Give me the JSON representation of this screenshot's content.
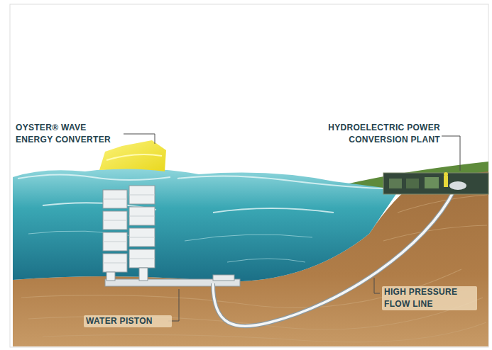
{
  "diagram": {
    "labels": [
      "OYSTER® WAVE ENERGY CONVERTER",
      "HYDROELECTRIC POWER CONVERSION PLANT",
      "HIGH PRESSURE FLOW LINE",
      "WATER PISTON"
    ]
  }
}
